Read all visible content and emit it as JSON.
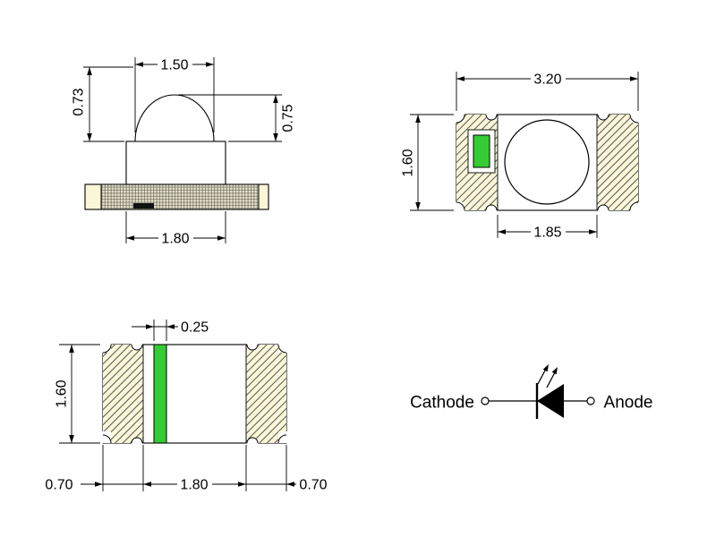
{
  "side_view": {
    "dome_width": "1.50",
    "left_height": "0.73",
    "dome_height": "0.75",
    "body_width": "1.80"
  },
  "top_view": {
    "package_width": "3.20",
    "package_height": "1.60",
    "cavity_width": "1.85"
  },
  "bottom_view": {
    "cathode_mark_width": "0.25",
    "package_height": "1.60",
    "left_pad_width": "0.70",
    "center_width": "1.80",
    "right_pad_width": "0.70"
  },
  "symbol": {
    "cathode": "Cathode",
    "anode": "Anode"
  },
  "colors": {
    "pad_fill": "#FAF6D8",
    "chip_green": "#33CC33",
    "line": "#000000",
    "background": "#FFFFFF"
  }
}
